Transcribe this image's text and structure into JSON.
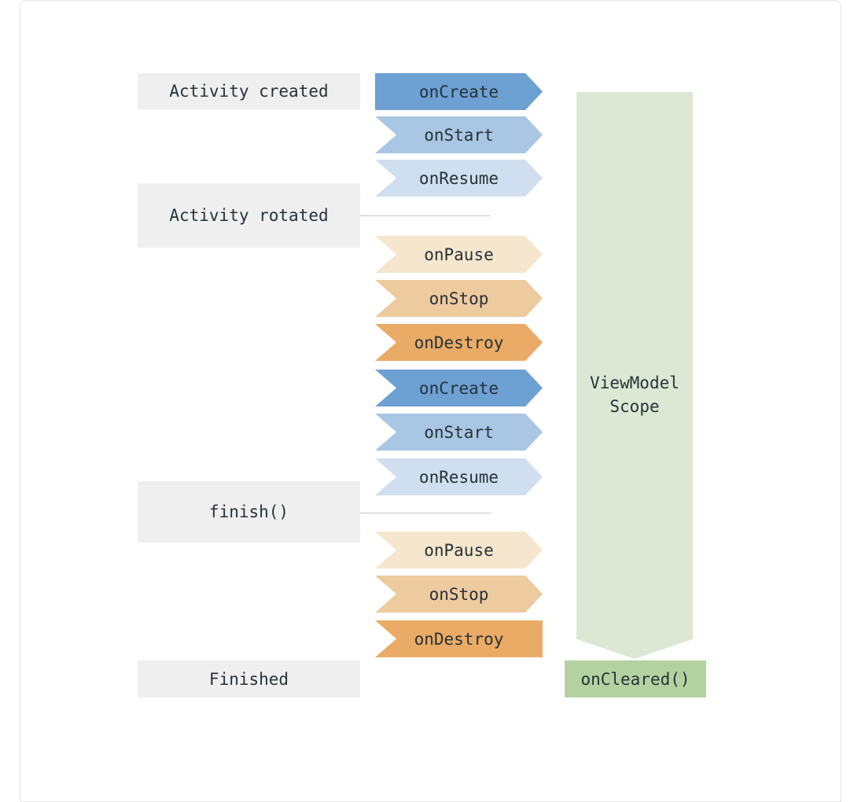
{
  "colors": {
    "blue_dark": "#6da0d3",
    "blue_mid": "#a9c6e4",
    "blue_light": "#cfdff0",
    "orange_light": "#f6e6ce",
    "orange_mid": "#eeca9f",
    "orange_dark": "#eaab67",
    "scope_fill": "#dce8d4",
    "cleared_fill": "#b3d2a0",
    "label_fill": "#efefef",
    "text": "#263238",
    "connector": "#c4c4c4",
    "frame_border": "#e6e6e6"
  },
  "state_labels": [
    {
      "text": "Activity created"
    },
    {
      "text": "Activity rotated"
    },
    {
      "text": "finish()"
    },
    {
      "text": "Finished"
    }
  ],
  "lifecycle_events": [
    {
      "label": "onCreate",
      "color_key": "blue_dark",
      "shape": "first"
    },
    {
      "label": "onStart",
      "color_key": "blue_mid",
      "shape": "mid"
    },
    {
      "label": "onResume",
      "color_key": "blue_light",
      "shape": "mid"
    },
    {
      "label": "onPause",
      "color_key": "orange_light",
      "shape": "mid"
    },
    {
      "label": "onStop",
      "color_key": "orange_mid",
      "shape": "mid"
    },
    {
      "label": "onDestroy",
      "color_key": "orange_dark",
      "shape": "mid"
    },
    {
      "label": "onCreate",
      "color_key": "blue_dark",
      "shape": "mid"
    },
    {
      "label": "onStart",
      "color_key": "blue_mid",
      "shape": "mid"
    },
    {
      "label": "onResume",
      "color_key": "blue_light",
      "shape": "mid"
    },
    {
      "label": "onPause",
      "color_key": "orange_light",
      "shape": "mid"
    },
    {
      "label": "onStop",
      "color_key": "orange_mid",
      "shape": "mid"
    },
    {
      "label": "onDestroy",
      "color_key": "orange_dark",
      "shape": "last"
    }
  ],
  "viewmodel_scope": {
    "line1": "ViewModel",
    "line2": "Scope"
  },
  "on_cleared": {
    "label": "onCleared()"
  }
}
